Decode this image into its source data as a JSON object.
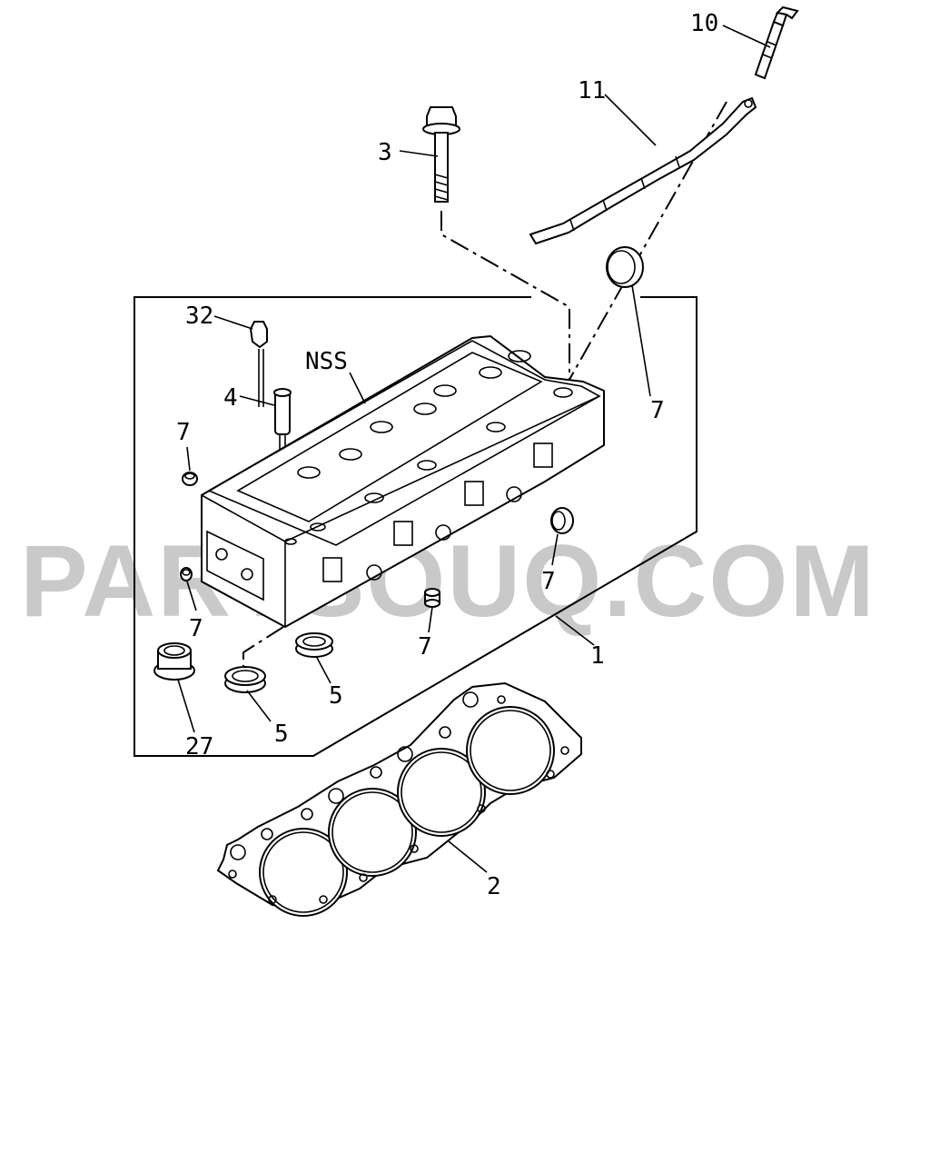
{
  "watermark": "PARTSOUQ.COM",
  "callouts": {
    "c1": "1",
    "c2": "2",
    "c3": "3",
    "c4": "4",
    "c5a": "5",
    "c5b": "5",
    "c7a": "7",
    "c7b": "7",
    "c7c": "7",
    "c7d": "7",
    "c7e": "7",
    "c10": "10",
    "c11": "11",
    "c27": "27",
    "c32": "32",
    "nss": "NSS"
  }
}
